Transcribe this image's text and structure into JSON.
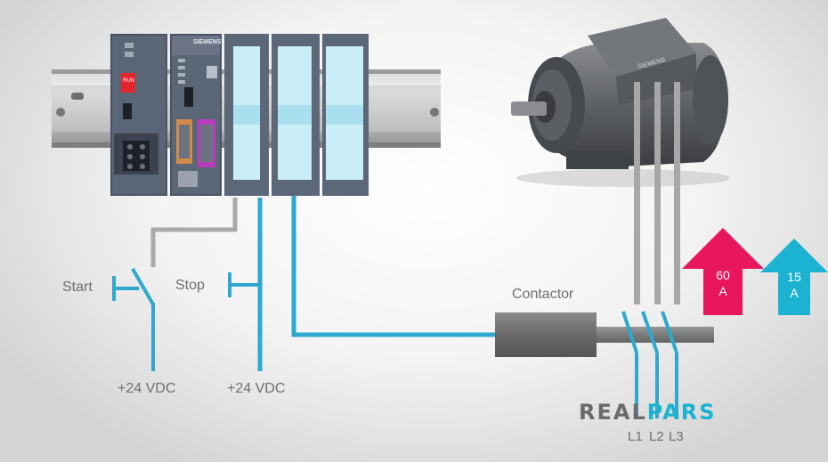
{
  "labels": {
    "start": "Start",
    "stop": "Stop",
    "supply_left": "+24 VDC",
    "supply_right": "+24 VDC",
    "contactor": "Contactor",
    "phase_l1": "L1",
    "phase_l2": "L2",
    "phase_l3": "L3"
  },
  "arrows": [
    {
      "value": "60",
      "unit": "A",
      "color": "#e8175d"
    },
    {
      "value": "15",
      "unit": "A",
      "color": "#1bb3d1"
    }
  ],
  "logo": {
    "part1": "REAL",
    "part2": "PARS"
  },
  "plc": {
    "brand": "SIEMENS",
    "cpu_button": "RUN"
  },
  "motor": {
    "brand": "SIEMENS"
  },
  "colors": {
    "wire_blue": "#2ea8cf",
    "wire_gray": "#a9a9a9",
    "logo_gray": "#6b6b6b",
    "logo_blue": "#1bb3d1"
  }
}
